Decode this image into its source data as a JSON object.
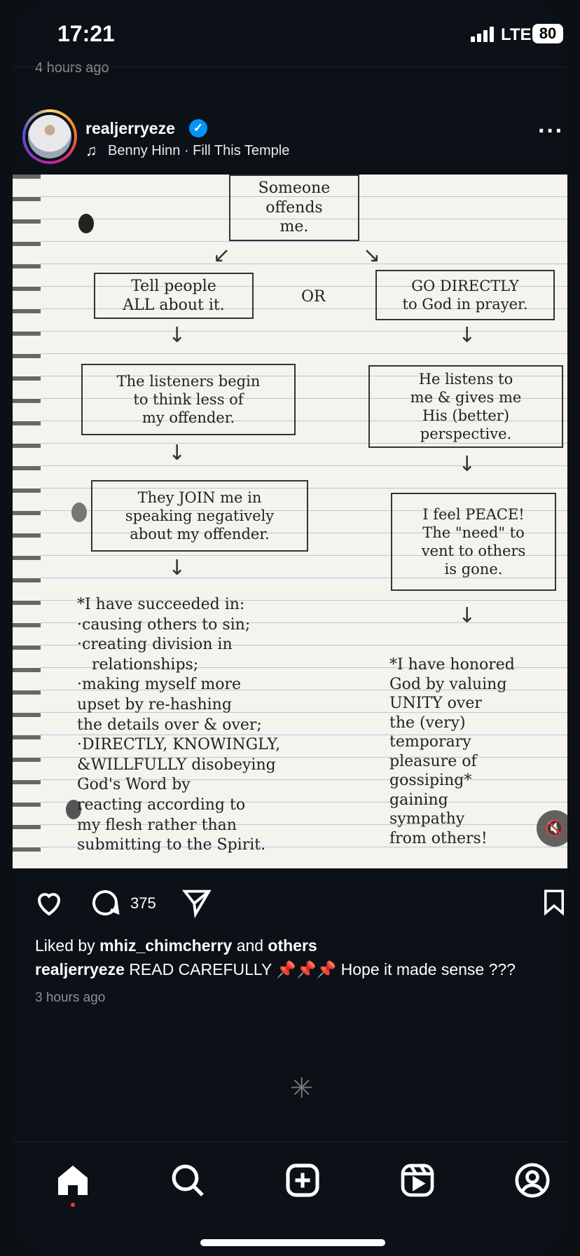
{
  "status_bar": {
    "time": "17:21",
    "network": "LTE",
    "battery": "80"
  },
  "feed": {
    "previous_post_time": "4 hours ago"
  },
  "post": {
    "username": "realjerryeze",
    "music": "Benny Hinn · Fill This Temple",
    "image": {
      "top_box": "Someone\noffends\nme.",
      "or_label": "OR",
      "left_1": "Tell people\nALL about it.",
      "left_2": "The listeners begin\nto think less of\nmy offender.",
      "left_3": "They JOIN me in\nspeaking negatively\nabout my offender.",
      "left_outcome": "*I have succeeded in:\n·causing others to sin;\n·creating division in\n   relationships;\n·making myself more\nupset by re-hashing\nthe details over & over;\n·DIRECTLY, KNOWINGLY,\n&WILLFULLY disobeying\nGod's Word by\nreacting according to\nmy flesh rather than\nsubmitting to the Spirit.",
      "right_1": "GO DIRECTLY\nto God in prayer.",
      "right_2": "He listens to\nme & gives me\nHis (better)\nperspective.",
      "right_3": "I feel PEACE!\nThe \"need\" to\nvent to others\nis gone.",
      "right_outcome": "*I have honored\nGod by valuing\nUNITY over\nthe (very)\ntemporary\npleasure of\ngossiping*\ngaining\nsympathy\nfrom others!"
    },
    "comment_count": "375",
    "liked_by_prefix": "Liked by ",
    "liked_by_user": "mhiz_chimcherry",
    "liked_by_and": " and ",
    "liked_by_others": "others",
    "caption_user": "realjerryeze",
    "caption_text": " READ CAREFULLY 📌📌📌 Hope it made sense ???",
    "time": "3 hours ago"
  },
  "nav": [
    "home",
    "search",
    "create",
    "reels",
    "profile"
  ],
  "colors": {
    "background": "#0c1117",
    "accent": "#0095f6",
    "notification": "#ff3040"
  }
}
